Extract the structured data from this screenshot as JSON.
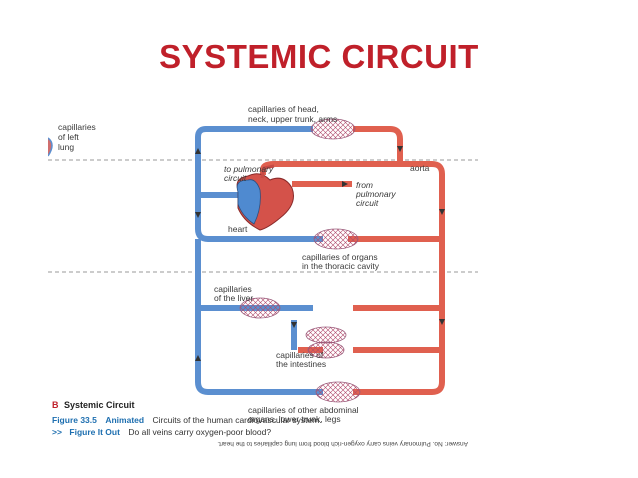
{
  "title": "SYSTEMIC CIRCUIT",
  "labels": {
    "cap_head": "capillaries of head,",
    "cap_head2": "neck, upper trunk, arms",
    "cap_lung": "capillaries",
    "cap_lung2": "of left",
    "cap_lung3": "lung",
    "to_pulm": "to pulmonary",
    "to_pulm2": "circuit",
    "aorta": "aorta",
    "from_pulm": "from",
    "from_pulm2": "pulmonary",
    "from_pulm3": "circuit",
    "heart": "heart",
    "cap_thor": "capillaries of organs",
    "cap_thor2": "in the thoracic cavity",
    "cap_liver": "capillaries",
    "cap_liver2": "of the liver",
    "cap_int": "capillaries of",
    "cap_int2": "the intestines",
    "cap_abd": "capillaries of other abdominal",
    "cap_abd2": "organs, lower trunk, legs"
  },
  "caption": {
    "panel_letter": "B",
    "panel_title": "Systemic Circuit",
    "figure_num": "Figure 33.5",
    "animated": "Animated",
    "figure_text": "Circuits of the human cardiovascular system.",
    "figure_it_out": "Figure It Out",
    "question": "Do all veins carry oxygen-poor blood?",
    "answer": "Answer: No. Pulmonary veins carry oxygen-rich blood from lung capillaries to the heart."
  },
  "colors": {
    "title": "#c0202a",
    "oxygen_rich": "#e0604f",
    "oxygen_poor": "#5b8fd0"
  }
}
